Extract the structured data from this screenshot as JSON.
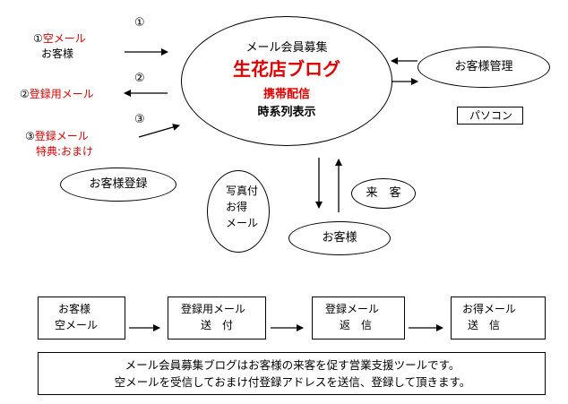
{
  "left_items": {
    "item1": {
      "number": "①",
      "label": "空メール",
      "sub": "お客様"
    },
    "item2": {
      "number": "②",
      "label": "登録用メール"
    },
    "item3": {
      "number": "③",
      "label": "登録メール",
      "sub": "特典:おまけ"
    }
  },
  "step_markers": [
    "①",
    "②",
    "③"
  ],
  "center": {
    "line1": "メール会員募集",
    "title": "生花店ブログ",
    "line3": "携帯配信",
    "line4": "時系列表示"
  },
  "customer_management": "お客様管理",
  "pc": "パソコン",
  "customer_registration": "お客様登録",
  "photo_bubble": {
    "line1": "写真付",
    "line2": "お得",
    "line3": "メール"
  },
  "visit": "来　客",
  "customer": "お客様",
  "flow": [
    {
      "line1": "お客様",
      "line2": "空メール"
    },
    {
      "line1": "登録用メール",
      "line2": "送　付"
    },
    {
      "line1": "登録メール",
      "line2": "返　信"
    },
    {
      "line1": "お得メール",
      "line2": "送　信"
    }
  ],
  "description": {
    "line1": "メール会員募集ブログはお客様の来客を促す営業支援ツールです。",
    "line2": "空メールを受信しておまけ付登録アドレスを送信、登録して頂きます。"
  },
  "colors": {
    "accent": "#e00000",
    "line": "#000000"
  }
}
